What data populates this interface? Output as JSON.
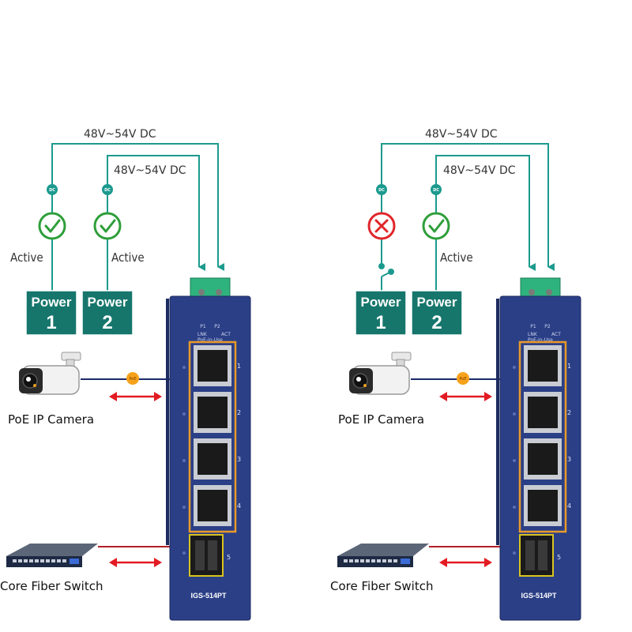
{
  "scenarios": [
    {
      "voltage_outer": "48V~54V DC",
      "voltage_inner": "48V~54V DC",
      "dc_badge": "DC",
      "power1": {
        "label": "Power",
        "num": "1",
        "status": "Active",
        "state": "ok"
      },
      "power2": {
        "label": "Power",
        "num": "2",
        "status": "Active",
        "state": "ok"
      },
      "poe_badge": "PoE",
      "camera_label": "PoE IP Camera",
      "switch_label": "Core Fiber Switch",
      "device": {
        "model": "IGS-514PT",
        "led_p1": "P1",
        "led_p2": "P2",
        "led_lnk": "LNK",
        "led_act": "ACT",
        "led_poe": "PoE-in-Use",
        "ports": [
          "1",
          "2",
          "3",
          "4"
        ],
        "sfp_port": "5"
      }
    },
    {
      "voltage_outer": "48V~54V DC",
      "voltage_inner": "48V~54V DC",
      "dc_badge": "DC",
      "power1": {
        "label": "Power",
        "num": "1",
        "status": "",
        "state": "fail"
      },
      "power2": {
        "label": "Power",
        "num": "2",
        "status": "Active",
        "state": "ok"
      },
      "poe_badge": "PoE",
      "camera_label": "PoE IP Camera",
      "switch_label": "Core Fiber Switch",
      "device": {
        "model": "IGS-514PT",
        "led_p1": "P1",
        "led_p2": "P2",
        "led_lnk": "LNK",
        "led_act": "ACT",
        "led_poe": "PoE-in-Use",
        "ports": [
          "1",
          "2",
          "3",
          "4"
        ],
        "sfp_port": "5"
      }
    }
  ],
  "colors": {
    "teal": "#1c9a8e",
    "power_box": "#16766c",
    "ok_green": "#2e9e3a",
    "fail_red": "#e0262b",
    "device_blue": "#2b3f86",
    "arrow_red": "#e31b23",
    "poe_orange": "#f7a21b"
  }
}
